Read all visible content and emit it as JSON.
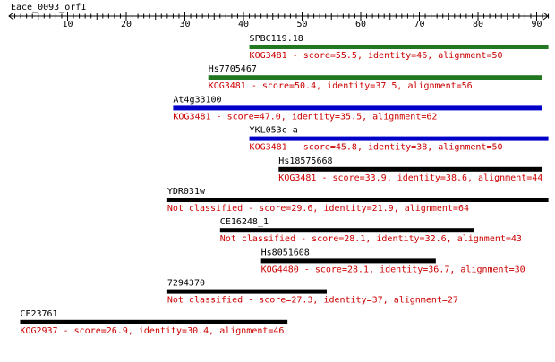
{
  "query": {
    "name": "Eace_0093_orf1",
    "axis_ticks": [
      "10",
      "20",
      "30",
      "40",
      "50",
      "60",
      "70",
      "80",
      "90"
    ]
  },
  "chart_data": {
    "type": "bar",
    "title": "Eace_0093_orf1",
    "xlim": [
      0,
      92
    ],
    "major_ticks": [
      10,
      20,
      30,
      40,
      50,
      60,
      70,
      80,
      90
    ],
    "colors": {
      "axis": "#000000",
      "label": "#000000",
      "annotation": "#cc0000"
    },
    "hits": [
      {
        "name": "SPBC119.18",
        "start": 41,
        "end": 92,
        "color": "#217821",
        "annotation": "KOG3481 - score=55.5, identity=46, alignment=50"
      },
      {
        "name": "Hs7705467",
        "start": 34,
        "end": 90.9,
        "color": "#217821",
        "annotation": "KOG3481 - score=50.4, identity=37.5, alignment=56"
      },
      {
        "name": "At4g33100",
        "start": 28,
        "end": 90.9,
        "color": "#0000c8",
        "annotation": "KOG3481 - score=47.0, identity=35.5, alignment=62"
      },
      {
        "name": "YKL053c-a",
        "start": 41,
        "end": 92,
        "color": "#0000c8",
        "annotation": "KOG3481 - score=45.8, identity=38, alignment=50"
      },
      {
        "name": "Hs18575668",
        "start": 46,
        "end": 90.9,
        "color": "#000000",
        "annotation": "KOG3481 - score=33.9, identity=38.6, alignment=44"
      },
      {
        "name": "YDR031w",
        "start": 27,
        "end": 92,
        "color": "#000000",
        "annotation": "Not classified - score=29.6, identity=21.9, alignment=64"
      },
      {
        "name": "CE16248_1",
        "start": 36,
        "end": 79.3,
        "color": "#000000",
        "annotation": "Not classified - score=28.1, identity=32.6, alignment=43"
      },
      {
        "name": "Hs8051608",
        "start": 43,
        "end": 72.8,
        "color": "#000000",
        "annotation": "KOG4480 - score=28.1, identity=36.7, alignment=30"
      },
      {
        "name": "7294370",
        "start": 27,
        "end": 54.2,
        "color": "#000000",
        "annotation": "Not classified - score=27.3, identity=37, alignment=27"
      },
      {
        "name": "CE23761",
        "start": 1.9,
        "end": 47.5,
        "color": "#000000",
        "annotation": "KOG2937 - score=26.9, identity=30.4, alignment=46"
      }
    ]
  }
}
